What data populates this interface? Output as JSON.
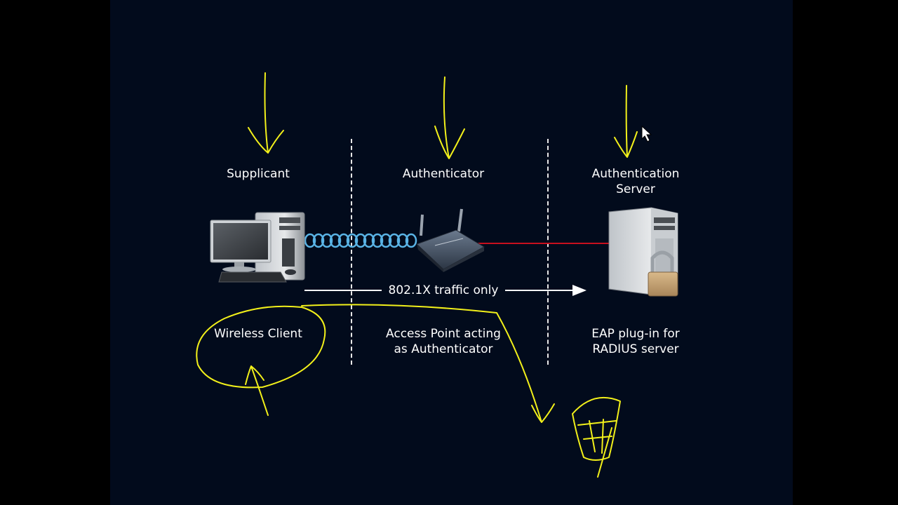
{
  "diagram": {
    "roles": {
      "supplicant": "Supplicant",
      "authenticator": "Authenticator",
      "auth_server_line1": "Authentication",
      "auth_server_line2": "Server"
    },
    "traffic_label": "802.1X traffic only",
    "descriptions": {
      "client": "Wireless Client",
      "ap_line1": "Access Point acting",
      "ap_line2": "as Authenticator",
      "server_line1": "EAP plug-in for",
      "server_line2": "RADIUS server"
    },
    "colors": {
      "background": "#020b1c",
      "annotation": "#f2f01a",
      "wireless_link": "#5ab4e6",
      "wired_link": "#c8101e",
      "text": "#ffffff"
    },
    "icons": [
      "desktop-computer-icon",
      "wireless-access-point-icon",
      "locked-server-icon",
      "mouse-cursor-icon"
    ]
  }
}
